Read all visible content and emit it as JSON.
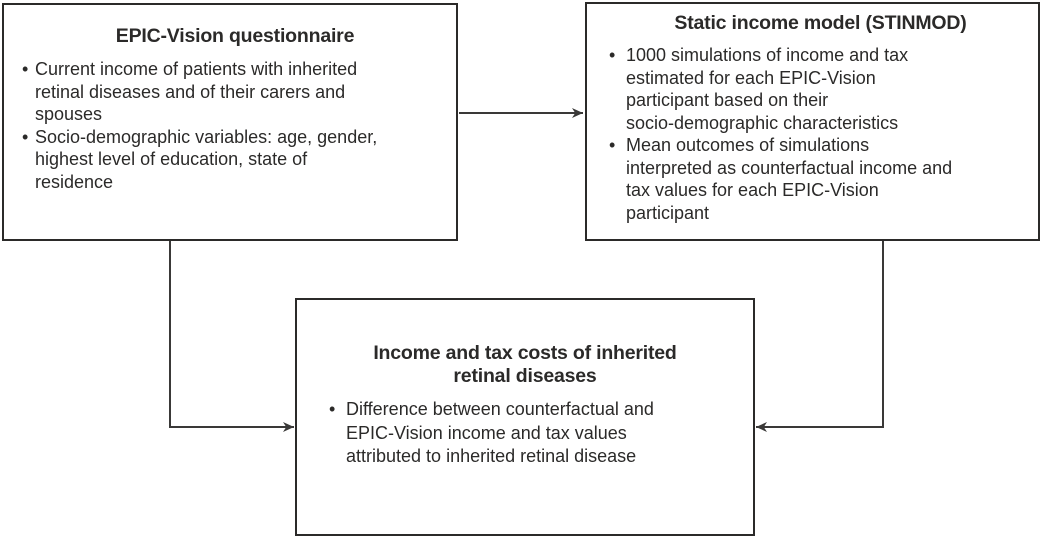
{
  "colors": {
    "box_border": "#2b2a29",
    "text": "#2b2a29",
    "arrow": "#3a3938",
    "background": "#ffffff"
  },
  "boxes": {
    "questionnaire": {
      "title": "EPIC-Vision questionnaire",
      "bullets": [
        {
          "text": "Current income of patients with inherited retinal diseases and of their carers and spouses",
          "lines": [
            "Current income of patients with inherited",
            "retinal diseases and of their carers and",
            "spouses"
          ]
        },
        {
          "text": "Socio-demographic variables: age, gender, highest level of education, state of residence",
          "lines": [
            "Socio-demographic variables: age, gender,",
            "highest level of education, state of",
            "residence"
          ]
        }
      ]
    },
    "stinmod": {
      "title": "Static income model (STINMOD)",
      "bullets": [
        {
          "text": "1000 simulations of income and tax estimated for each EPIC-Vision participant based on their socio-demographic characteristics",
          "lines": [
            "1000 simulations of income and tax",
            "estimated for each EPIC-Vision",
            "participant based on their",
            "socio-demographic characteristics"
          ]
        },
        {
          "text": "Mean outcomes of simulations interpreted as counterfactual income and tax values for each EPIC-Vision participant",
          "lines": [
            "Mean outcomes of simulations",
            "interpreted as counterfactual income and",
            "tax values for each EPIC-Vision",
            "participant"
          ]
        }
      ]
    },
    "costs": {
      "title": "Income and tax costs of inherited retinal diseases",
      "bullets": [
        {
          "text": "Difference between counterfactual and EPIC-Vision income and tax values attributed to inherited retinal disease",
          "lines": [
            "Difference between counterfactual and",
            "EPIC-Vision income and tax values",
            "attributed to inherited retinal disease"
          ]
        }
      ]
    }
  },
  "arrows": [
    {
      "from": "questionnaire",
      "to": "stinmod"
    },
    {
      "from": "questionnaire",
      "to": "costs"
    },
    {
      "from": "stinmod",
      "to": "costs"
    }
  ]
}
